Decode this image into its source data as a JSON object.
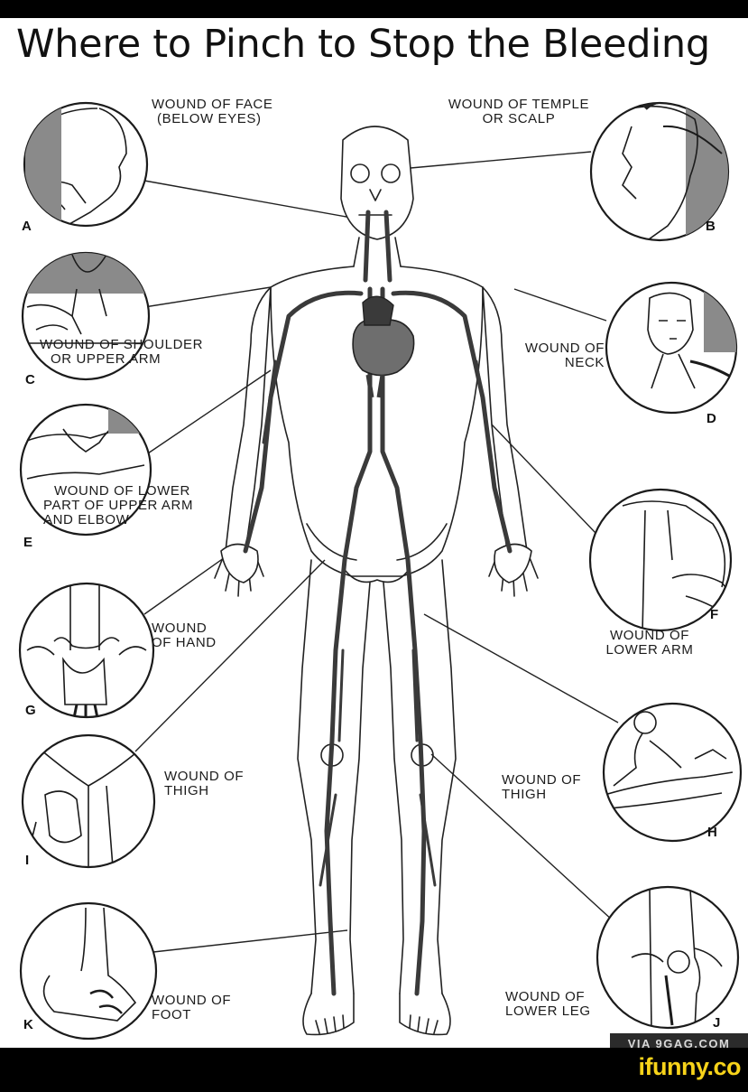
{
  "title": "Where to Pinch to Stop the Bleeding",
  "labels": {
    "a": {
      "line1": "WOUND OF FACE",
      "line2": "(BELOW EYES)",
      "letter": "A"
    },
    "b": {
      "line1": "WOUND OF TEMPLE",
      "line2": "OR SCALP",
      "letter": "B"
    },
    "c": {
      "line1": "WOUND OF SHOULDER",
      "line2": "OR UPPER ARM",
      "letter": "C"
    },
    "d": {
      "line1": "WOUND OF",
      "line2": "NECK",
      "letter": "D"
    },
    "e": {
      "line1": "WOUND OF LOWER",
      "line2": "PART OF UPPER ARM",
      "line3": "AND ELBOW",
      "letter": "E"
    },
    "f": {
      "line1": "WOUND OF",
      "line2": "LOWER ARM",
      "letter": "F"
    },
    "g": {
      "line1": "WOUND",
      "line2": "OF HAND",
      "letter": "G"
    },
    "h": {
      "line1": "WOUND OF",
      "line2": "THIGH",
      "letter": "H"
    },
    "i": {
      "line1": "WOUND OF",
      "line2": "THIGH",
      "letter": "I"
    },
    "k": {
      "line1": "WOUND OF",
      "line2": "FOOT",
      "letter": "K"
    },
    "j": {
      "line1": "WOUND OF",
      "line2": "LOWER LEG",
      "letter": "J"
    }
  },
  "watermark": "VIA 9GAG.COM",
  "footer": {
    "brand": "ifunny.co"
  },
  "colors": {
    "background": "#ffffff",
    "ink": "#1b1b1b",
    "vessels": "#3a3a3a",
    "footer_bg": "#000000",
    "brand": "#f7d31a"
  }
}
